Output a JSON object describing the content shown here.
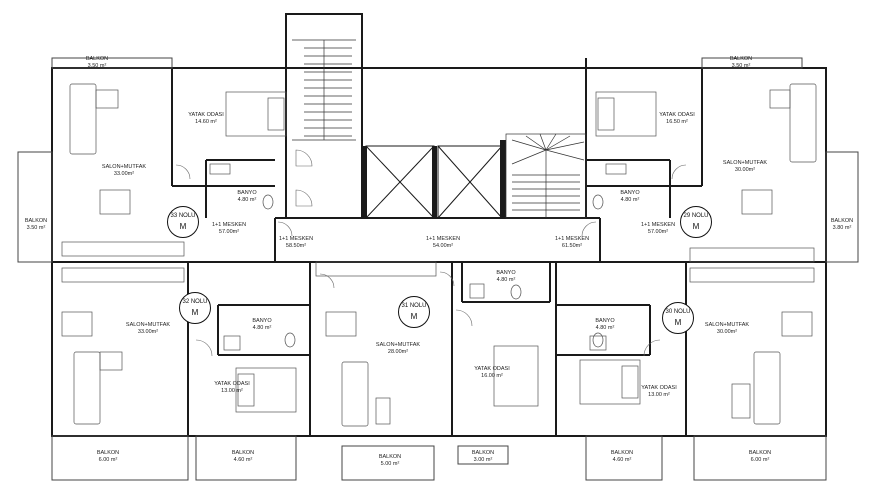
{
  "colors": {
    "wall": "#1a1a1a",
    "line": "#555555",
    "stair_fill": "#3a3a3a"
  },
  "units": [
    {
      "number": "33 NOLU",
      "mark": "M"
    },
    {
      "number": "29 NOLU",
      "mark": "M"
    },
    {
      "number": "32 NOLU",
      "mark": "M"
    },
    {
      "number": "31 NOLU",
      "mark": "M"
    },
    {
      "number": "30 NOLU",
      "mark": "M"
    }
  ],
  "rooms": [
    {
      "name": "BALKON",
      "area": "3.50 m²"
    },
    {
      "name": "BALKON",
      "area": "3.50 m²"
    },
    {
      "name": "YATAK ODASI",
      "area": "14.60 m²"
    },
    {
      "name": "YATAK ODASI",
      "area": "16.50 m²"
    },
    {
      "name": "SALON+MUTFAK",
      "area": "33.00m²"
    },
    {
      "name": "SALON+MUTFAK",
      "area": "30.00m²"
    },
    {
      "name": "BANYO",
      "area": "4.80 m²"
    },
    {
      "name": "BANYO",
      "area": "4.80 m²"
    },
    {
      "name": "BALKON",
      "area": "3.50 m²"
    },
    {
      "name": "BALKON",
      "area": "3.80 m²"
    },
    {
      "name": "1+1 MESKEN",
      "area": "57.00m²"
    },
    {
      "name": "1+1 MESKEN",
      "area": "57.00m²"
    },
    {
      "name": "1+1 MESKEN",
      "area": "58.50m²"
    },
    {
      "name": "1+1 MESKEN",
      "area": "54.00m²"
    },
    {
      "name": "1+1 MESKEN",
      "area": "61.50m²"
    },
    {
      "name": "BANYO",
      "area": "4.80 m²"
    },
    {
      "name": "SALON+MUTFAK",
      "area": "33.00m²"
    },
    {
      "name": "BANYO",
      "area": "4.80 m²"
    },
    {
      "name": "SALON+MUTFAK",
      "area": "28.00m²"
    },
    {
      "name": "BANYO",
      "area": "4.80 m²"
    },
    {
      "name": "SALON+MUTFAK",
      "area": "30.00m²"
    },
    {
      "name": "YATAK ODASI",
      "area": "13.00 m²"
    },
    {
      "name": "YATAK ODASI",
      "area": "16.00 m²"
    },
    {
      "name": "YATAK ODASI",
      "area": "13.00 m²"
    },
    {
      "name": "BALKON",
      "area": "6.00 m²"
    },
    {
      "name": "BALKON",
      "area": "4.60 m²"
    },
    {
      "name": "BALKON",
      "area": "5.00 m²"
    },
    {
      "name": "BALKON",
      "area": "3.00 m²"
    },
    {
      "name": "BALKON",
      "area": "4.60 m²"
    },
    {
      "name": "BALKON",
      "area": "6.00 m²"
    }
  ]
}
